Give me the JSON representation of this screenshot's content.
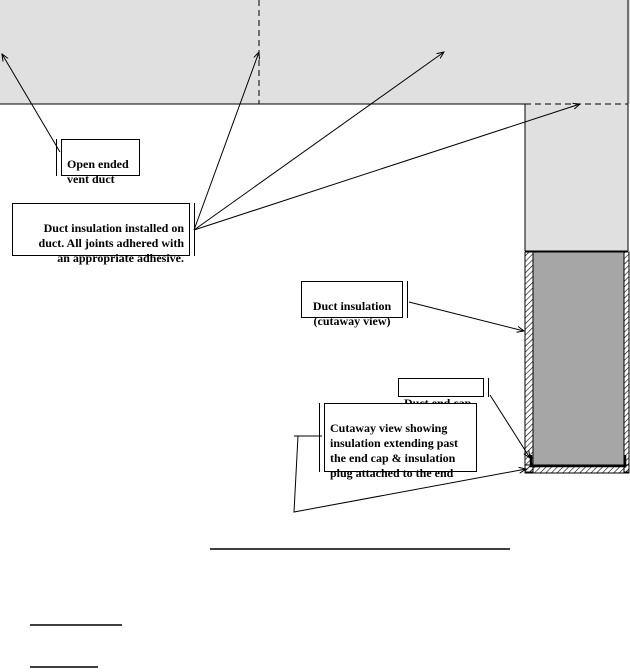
{
  "labels": {
    "open_ended": "Open ended\nvent duct",
    "duct_insulation_installed": "Duct insulation installed on\nduct.  All joints adhered with\nan appropriate adhesive.",
    "duct_insulation_cutaway": "Duct insulation\n(cutaway view)",
    "duct_end_cap": "Duct end cap",
    "cutaway_view": "Cutaway view showing\ninsulation extending past\nthe end cap & insulation\nplug attached to the end"
  },
  "colors": {
    "duct_fill": "#e0e0e0",
    "insulation_fill": "#a6a6a6",
    "line": "#000000"
  }
}
